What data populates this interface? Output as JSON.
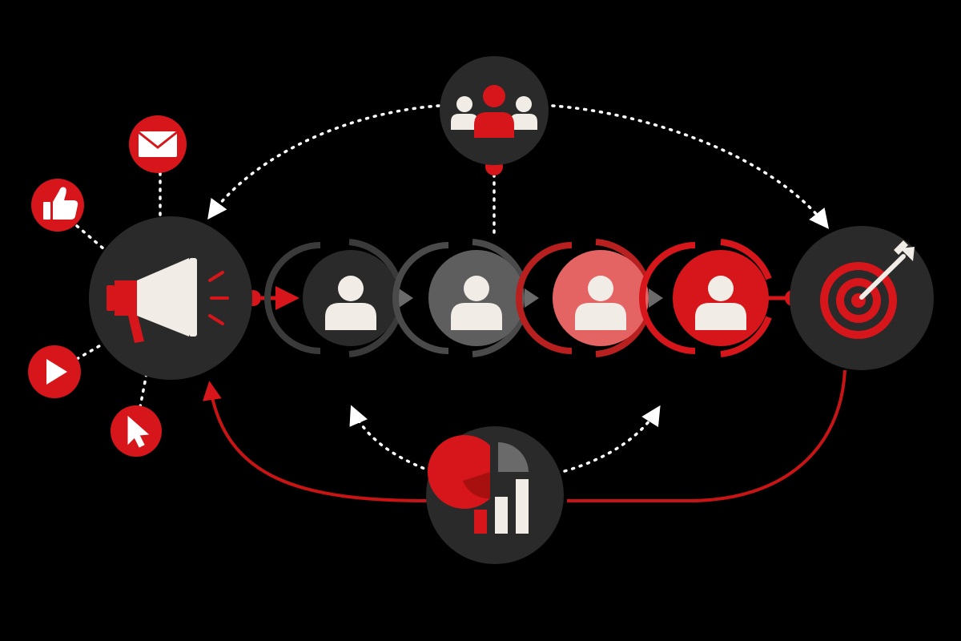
{
  "diagram": {
    "layout": "marketing-funnel-loop",
    "colors": {
      "background": "#000000",
      "accent_red": "#d6161a",
      "node_dark": "#2a2a2a",
      "node_gray": "#5e5e5e",
      "node_pink": "#e46464",
      "icon_light": "#f2ece6",
      "connector_dotted": "#ffffff",
      "connector_red": "#c81414"
    },
    "nodes": [
      {
        "id": "audience",
        "icon": "users-group-icon"
      },
      {
        "id": "megaphone",
        "icon": "megaphone-icon"
      },
      {
        "id": "stage-1",
        "icon": "user-icon",
        "fill": "#2a2a2a"
      },
      {
        "id": "stage-2",
        "icon": "user-icon",
        "fill": "#5e5e5e"
      },
      {
        "id": "stage-3",
        "icon": "user-icon",
        "fill": "#e46464"
      },
      {
        "id": "stage-4",
        "icon": "user-icon",
        "fill": "#d6161a"
      },
      {
        "id": "target",
        "icon": "target-arrow-icon"
      },
      {
        "id": "analytics",
        "icon": "analytics-chart-icon"
      }
    ],
    "channels": [
      {
        "id": "email",
        "icon": "email-icon"
      },
      {
        "id": "like",
        "icon": "thumbs-up-icon"
      },
      {
        "id": "video",
        "icon": "play-icon"
      },
      {
        "id": "click",
        "icon": "cursor-icon"
      }
    ],
    "connectors": [
      {
        "from": "audience",
        "to": "megaphone",
        "style": "dotted-white"
      },
      {
        "from": "audience",
        "to": "target",
        "style": "dotted-white"
      },
      {
        "from": "audience",
        "to": "stage-2",
        "style": "dotted-white"
      },
      {
        "from": "megaphone",
        "to": "stage-1",
        "style": "solid-red"
      },
      {
        "from": "stage-4",
        "to": "target",
        "style": "solid-red"
      },
      {
        "from": "target",
        "to": "analytics",
        "style": "solid-red"
      },
      {
        "from": "analytics",
        "to": "megaphone",
        "style": "solid-red"
      },
      {
        "from": "analytics",
        "to": "stage-1",
        "style": "dotted-white"
      },
      {
        "from": "analytics",
        "to": "stage-4",
        "style": "dotted-white"
      }
    ]
  }
}
